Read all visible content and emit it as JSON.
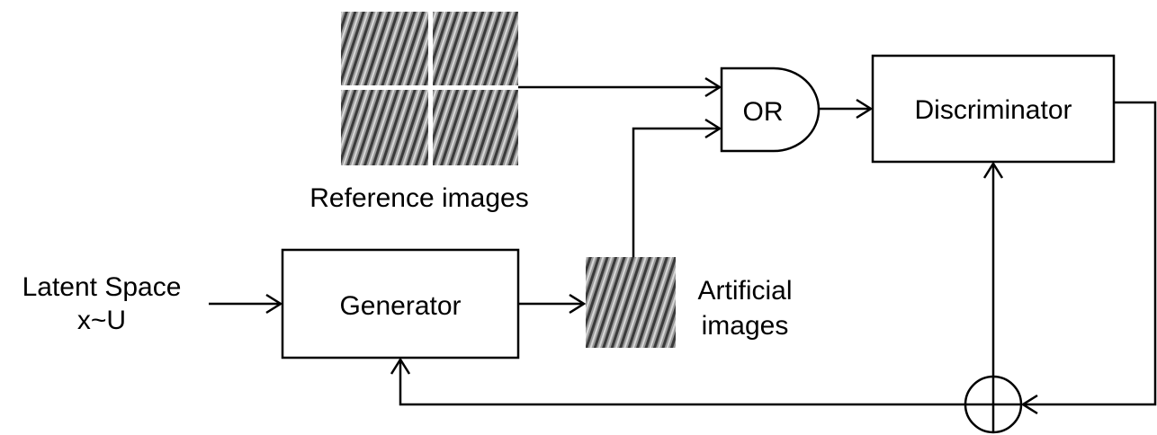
{
  "blocks": {
    "generator": "Generator",
    "discriminator": "Discriminator",
    "or_gate": "OR"
  },
  "labels": {
    "latent_line1": "Latent Space",
    "latent_line2": "x~U",
    "reference": "Reference images",
    "artificial_line1": "Artificial",
    "artificial_line2": "images"
  },
  "colors": {
    "stroke": "#000000",
    "background": "#ffffff",
    "texture_dark": "#3a3a3a",
    "texture_light": "#d8d8d8"
  }
}
